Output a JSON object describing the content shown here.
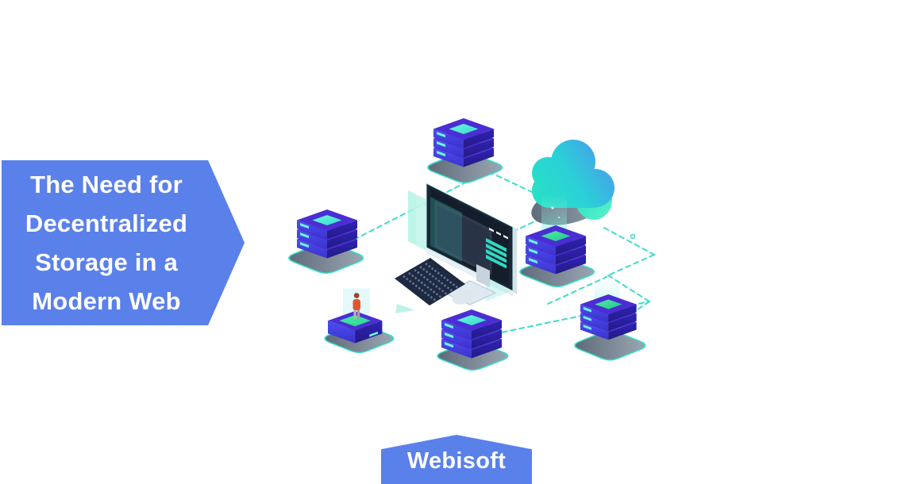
{
  "banner": {
    "lines": [
      "The Need for",
      "Decentralized",
      "Storage in a",
      "Modern Web"
    ]
  },
  "brand_badge": {
    "label": "Webisoft"
  },
  "colors": {
    "banner_blue": "#5a80ea",
    "badge_blue": "#5a80ea",
    "text_white": "#ffffff",
    "teal": "#35dcc6",
    "cyan_top": "#4beed9",
    "green_top": "#3fe09a",
    "indigo_top": "#4a2ed3",
    "indigo_left": "#4343e0",
    "indigo_right": "#2c20a8",
    "navy_screen": "#1c2636",
    "shadow_gray": "#64707e",
    "cloud_teal": "#26e4c0",
    "cloud_blue": "#4f92f0",
    "person_orange": "#e2562c"
  },
  "illustration": {
    "components": [
      "cloud-storage",
      "server-stack-top",
      "server-stack-left",
      "server-stack-middle-right",
      "server-stack-bottom-right",
      "server-stack-bottom-center",
      "user-on-pedestal",
      "desktop-computer",
      "network-dashed-links"
    ]
  }
}
